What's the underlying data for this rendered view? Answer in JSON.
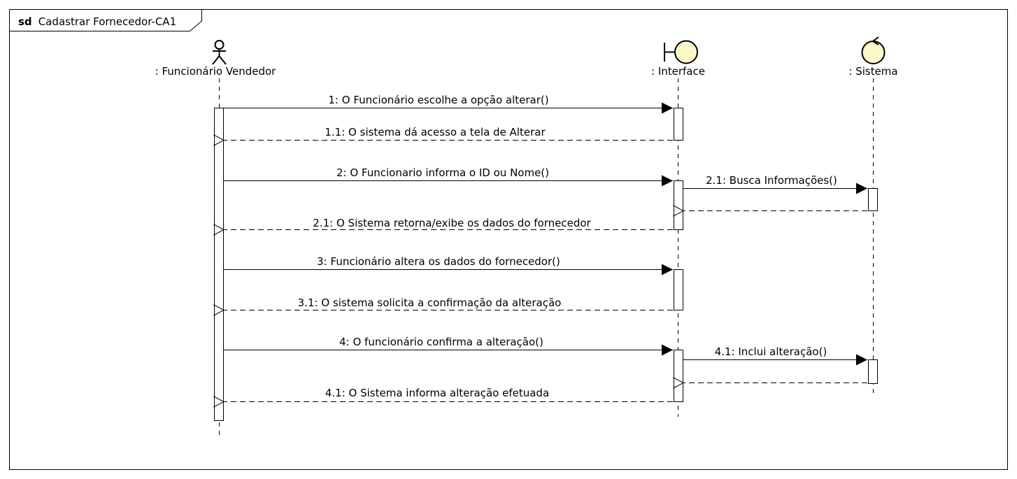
{
  "frame": {
    "keyword": "sd",
    "title": "Cadastrar Fornecedor-CA1"
  },
  "colors": {
    "line": "#000000",
    "symbol_fill": "#fdf8c8",
    "activation_fill": "#ffffff",
    "background": "#ffffff"
  },
  "lifelines": [
    {
      "id": "funcionario",
      "label": ": Funcionário Vendedor",
      "icon": "actor-icon"
    },
    {
      "id": "interface",
      "label": ": Interface",
      "icon": "boundary-icon"
    },
    {
      "id": "sistema",
      "label": ": Sistema",
      "icon": "control-icon"
    }
  ],
  "messages": [
    {
      "label": "1: O Funcionário escolhe a opção alterar()",
      "from": "funcionario",
      "to": "interface",
      "type": "sync"
    },
    {
      "label": "1.1: O sistema dá acesso a tela de Alterar",
      "from": "interface",
      "to": "funcionario",
      "type": "return"
    },
    {
      "label": "2: O Funcionario informa o ID ou Nome()",
      "from": "funcionario",
      "to": "interface",
      "type": "sync"
    },
    {
      "label": "2.1: Busca Informações()",
      "from": "interface",
      "to": "sistema",
      "type": "sync"
    },
    {
      "label": "",
      "from": "sistema",
      "to": "interface",
      "type": "return"
    },
    {
      "label": "2.1: O Sistema retorna/exibe os dados do fornecedor",
      "from": "interface",
      "to": "funcionario",
      "type": "return"
    },
    {
      "label": "3: Funcionário altera os dados do fornecedor()",
      "from": "funcionario",
      "to": "interface",
      "type": "sync"
    },
    {
      "label": "3.1: O sistema solicita a confirmação da alteração",
      "from": "interface",
      "to": "funcionario",
      "type": "return"
    },
    {
      "label": "4: O funcionário confirma a alteração()",
      "from": "funcionario",
      "to": "interface",
      "type": "sync"
    },
    {
      "label": "4.1: Inclui alteração()",
      "from": "interface",
      "to": "sistema",
      "type": "sync"
    },
    {
      "label": "",
      "from": "sistema",
      "to": "interface",
      "type": "return"
    },
    {
      "label": "4.1: O Sistema informa alteração efetuada",
      "from": "interface",
      "to": "funcionario",
      "type": "return"
    }
  ]
}
